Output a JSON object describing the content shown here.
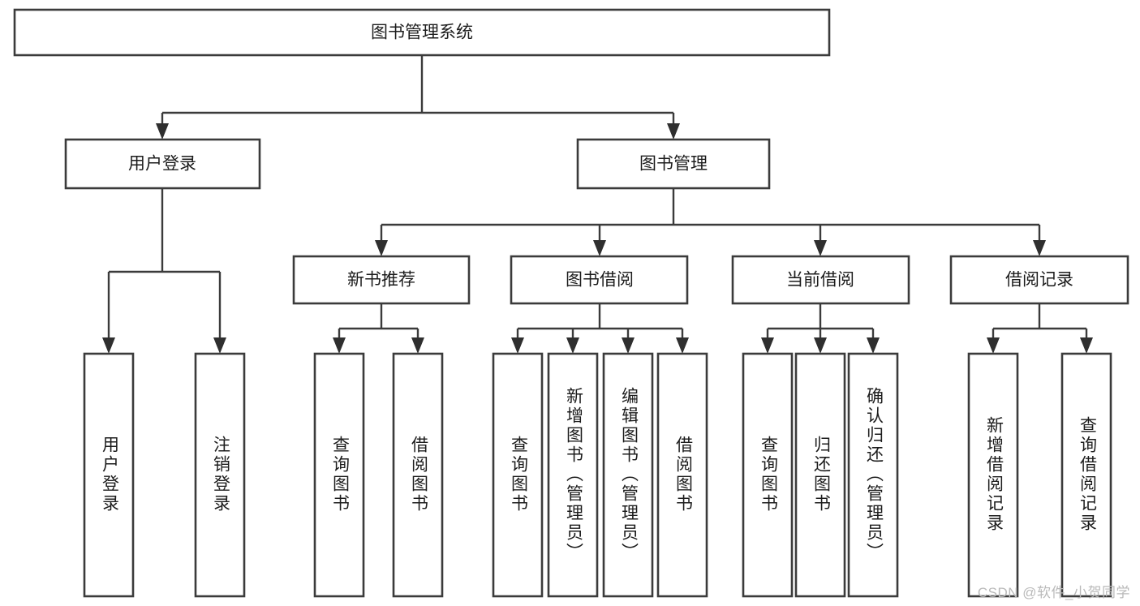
{
  "diagram": {
    "title": "图书管理系统",
    "type": "tree-hierarchy-diagram",
    "colors": {
      "box_stroke": "#3b3b3b",
      "box_fill": "#ffffff",
      "connector": "#3b3b3b",
      "text": "#1c1c1c",
      "background": "#ffffff",
      "watermark": "#b9b9b9"
    },
    "root": {
      "label": "图书管理系统"
    },
    "level2": [
      {
        "label": "用户登录"
      },
      {
        "label": "图书管理"
      }
    ],
    "level3": [
      {
        "label": "新书推荐"
      },
      {
        "label": "图书借阅"
      },
      {
        "label": "当前借阅"
      },
      {
        "label": "借阅记录"
      }
    ],
    "leaves": {
      "user_login": [
        {
          "label": "用户登录"
        },
        {
          "label": "注销登录"
        }
      ],
      "new_book_recommend": [
        {
          "label": "查询图书"
        },
        {
          "label": "借阅图书"
        }
      ],
      "book_borrow": [
        {
          "label": "查询图书"
        },
        {
          "label": "新增图书（管理员）"
        },
        {
          "label": "编辑图书（管理员）"
        },
        {
          "label": "借阅图书"
        }
      ],
      "current_borrow": [
        {
          "label": "查询图书"
        },
        {
          "label": "归还图书"
        },
        {
          "label": "确认归还（管理员）"
        }
      ],
      "borrow_record": [
        {
          "label": "新增借阅记录"
        },
        {
          "label": "查询借阅记录"
        }
      ]
    },
    "watermark": "CSDN @软件_小贺同学"
  }
}
